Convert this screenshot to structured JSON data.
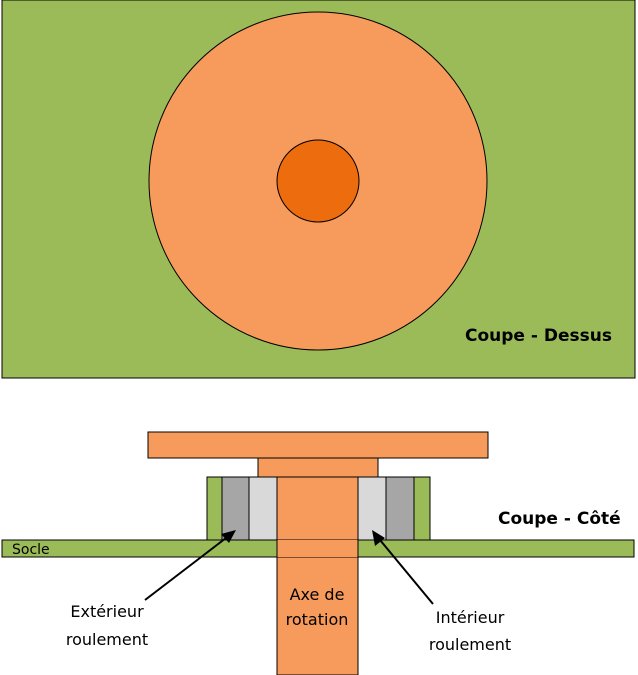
{
  "top_view": {
    "title": "Coupe - Dessus"
  },
  "side_view": {
    "title": "Coupe - Côté",
    "base_label": "Socle",
    "axis_label_line1": "Axe de",
    "axis_label_line2": "rotation",
    "outer_label_line1": "Extérieur",
    "outer_label_line2": "roulement",
    "inner_label_line1": "Intérieur",
    "inner_label_line2": "roulement"
  },
  "colors": {
    "green": "#9bbb59",
    "orange": "#f79b5c",
    "dark_orange": "#ec6c0e",
    "dark_grey": "#a6a6a6",
    "light_grey": "#d9d9d9",
    "stroke": "#000000"
  }
}
